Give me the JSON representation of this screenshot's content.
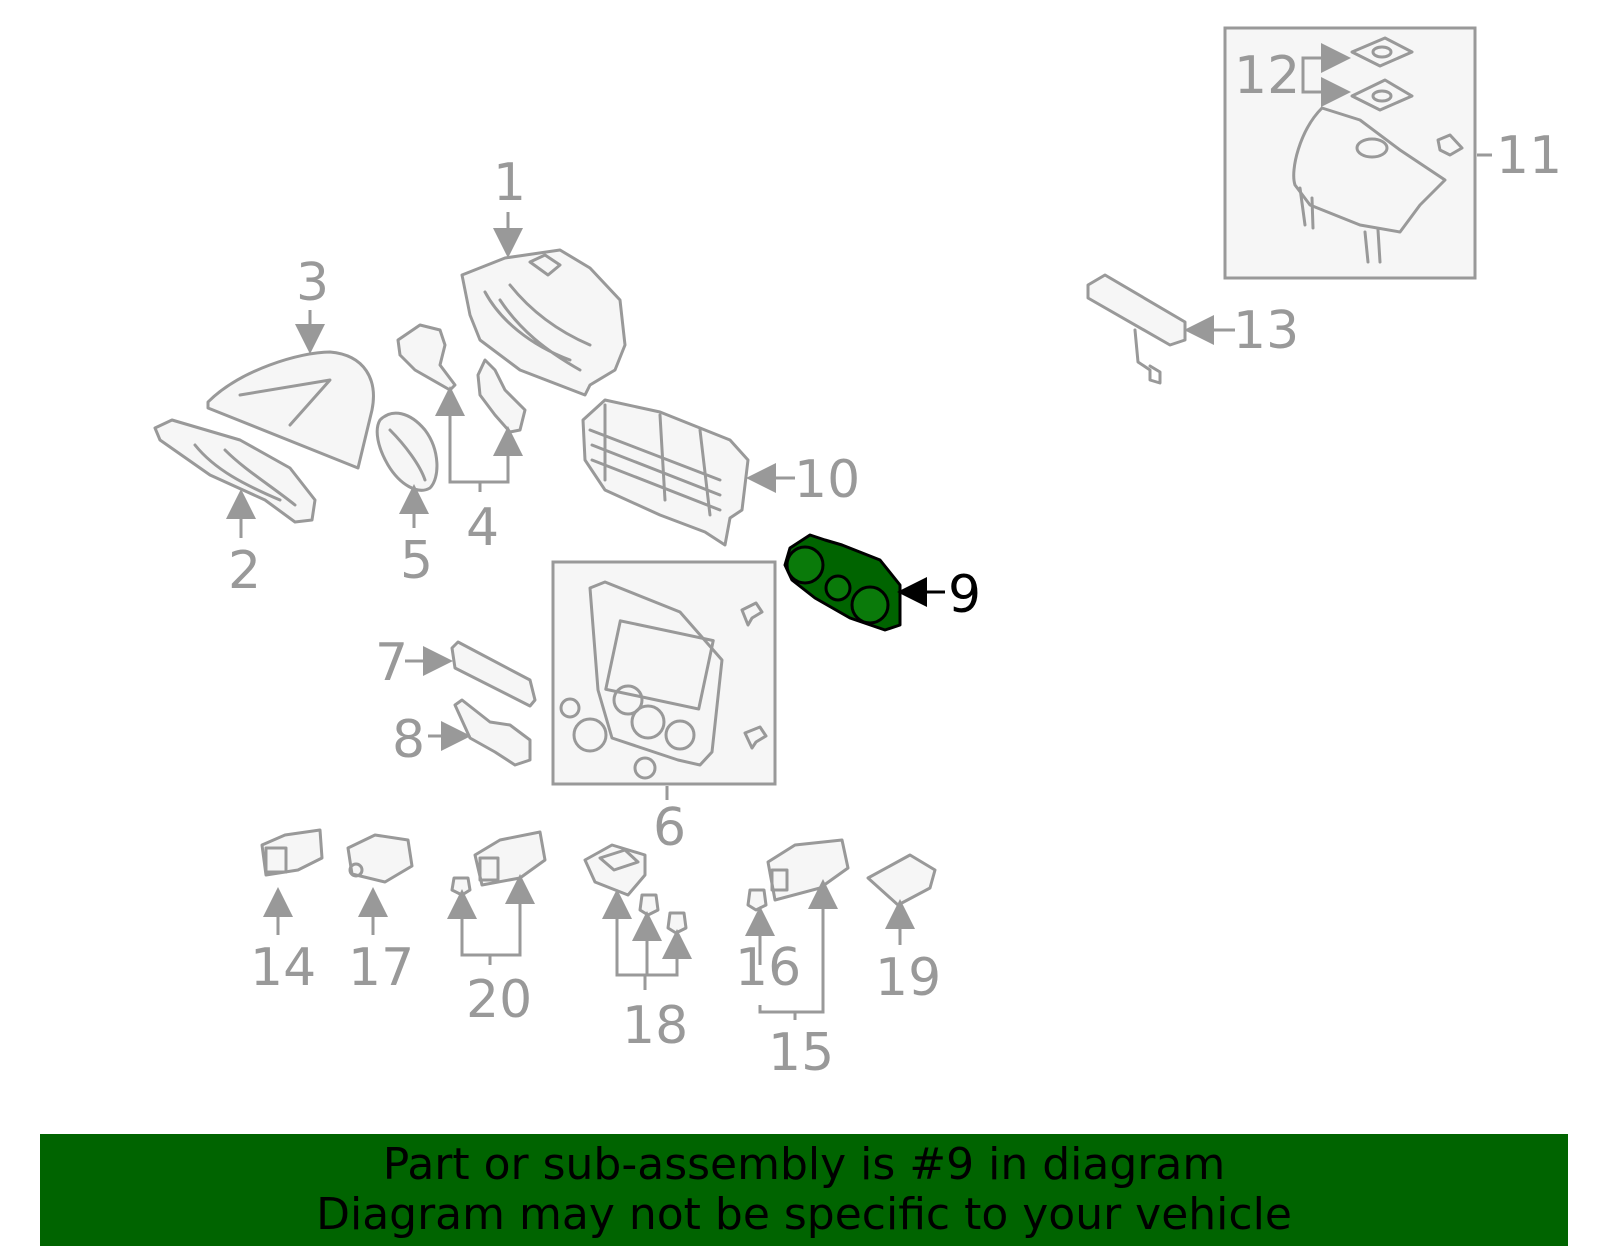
{
  "highlight_color": "#006400",
  "callouts": {
    "c1": "1",
    "c2": "2",
    "c3": "3",
    "c4": "4",
    "c5": "5",
    "c6": "6",
    "c7": "7",
    "c8": "8",
    "c9": "9",
    "c10": "10",
    "c11": "11",
    "c12": "12",
    "c13": "13",
    "c14": "14",
    "c15": "15",
    "c16": "16",
    "c17": "17",
    "c18": "18",
    "c19": "19",
    "c20": "20"
  },
  "banner": {
    "line1": "Part or sub-assembly is #9 in diagram",
    "line2": "Diagram may not be specific to your vehicle"
  }
}
